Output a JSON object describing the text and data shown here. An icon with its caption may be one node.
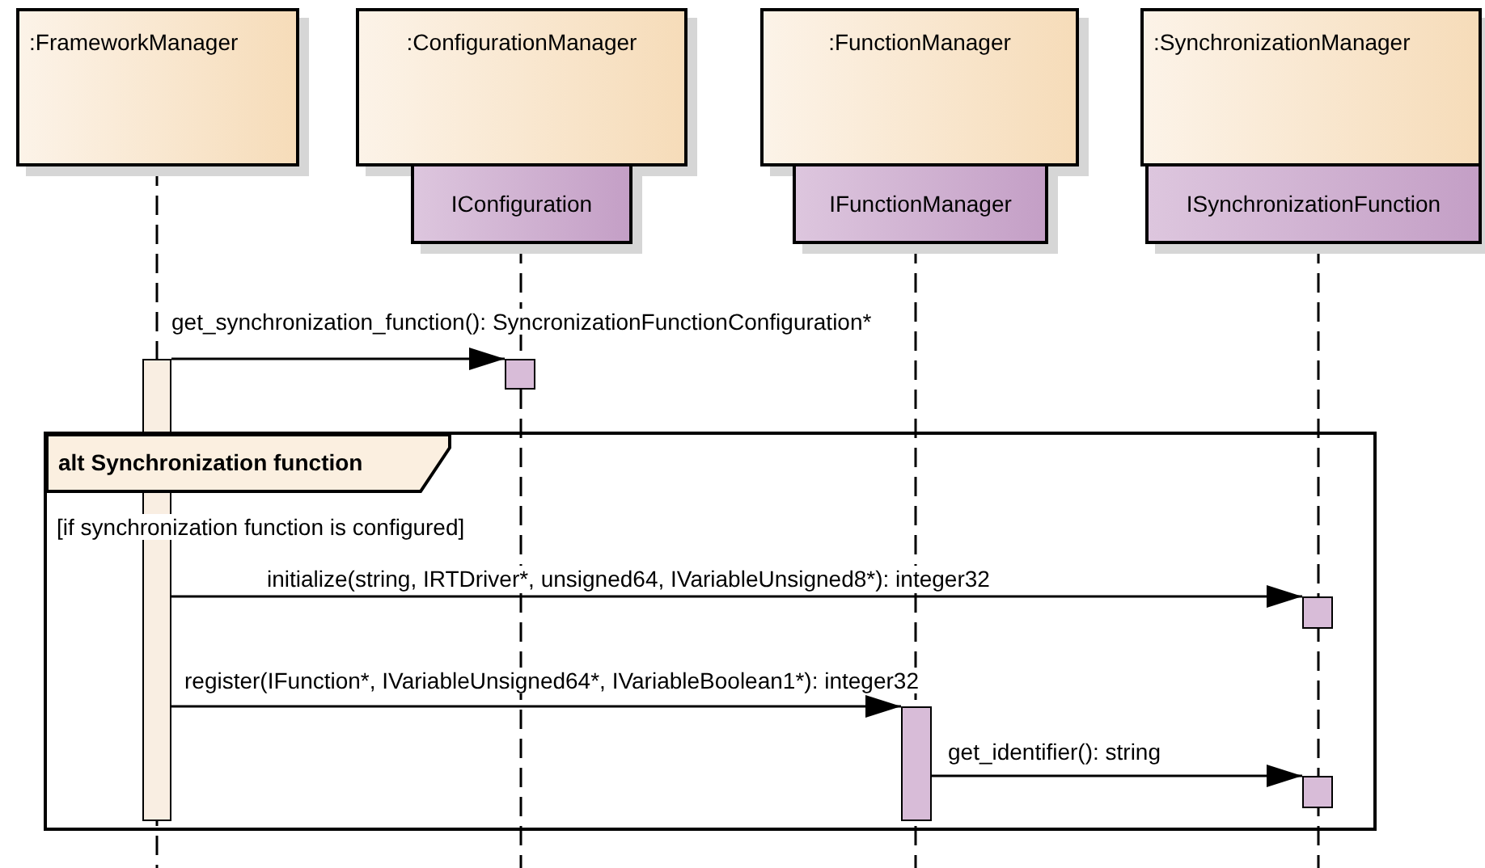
{
  "diagram": {
    "nodes": [
      {
        "text": [
          ":FrameworkManager"
        ]
      },
      {
        "text": [
          ":ConfigurationManager"
        ]
      },
      {
        "text": [
          "IConfiguration"
        ]
      },
      {
        "text": [
          ":FunctionManager"
        ]
      },
      {
        "text": [
          "IFunctionManager"
        ]
      },
      {
        "text": [
          ":SynchronizationManager"
        ]
      },
      {
        "text": [
          "ISynchronizationFunction"
        ]
      },
      {
        "text": [
          "alt Synchronization function",
          "[if synchronization function is configured]"
        ]
      },
      {
        "text": [],
        "shape": "bar"
      },
      {
        "text": [],
        "shape": "bar"
      },
      {
        "text": [],
        "shape": "bar",
        "in": 7
      },
      {
        "text": [],
        "shape": "bar",
        "in": 7
      },
      {
        "text": [],
        "shape": "bar",
        "in": 7
      }
    ],
    "edges": [
      {
        "from": 8,
        "to": 9,
        "arrow": "to",
        "label": "get_synchronization_function(): SyncronizationFunctionConfiguration*"
      },
      {
        "from": 8,
        "to": 10,
        "arrow": "to",
        "label": "initialize(string, IRTDriver*, unsigned64, IVariableUnsigned8*): integer32"
      },
      {
        "from": 8,
        "to": 11,
        "arrow": "to",
        "label": "register(IFunction*, IVariableUnsigned64*, IVariableBoolean1*): integer32"
      },
      {
        "from": 11,
        "to": 12,
        "arrow": "to",
        "label": "get_identifier(): string"
      }
    ]
  }
}
